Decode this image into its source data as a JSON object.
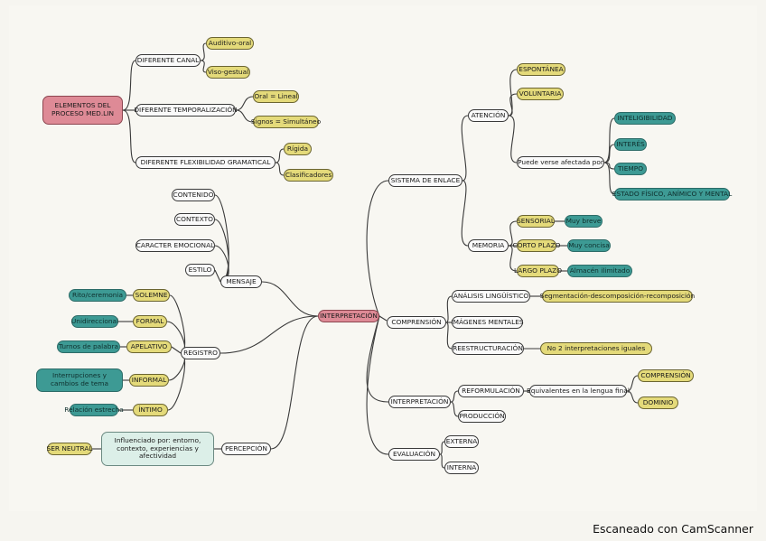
{
  "colors": {
    "yellow": "#e4da7a",
    "teal": "#3d9a94",
    "pink": "#de8a96",
    "mint": "#dcefe8",
    "line": "#3a3a3a"
  },
  "nodes": {
    "elementos": "ELEMENTOS DEL PROCESO MED.LIN",
    "diferente_canal": "DIFERENTE CANAL",
    "auditivo_oral": "Auditivo-oral",
    "viso_gestual": "Viso-gestual",
    "diferente_temporalizacion": "DIFERENTE TEMPORALIZACIÓN",
    "oral_lineal": "Oral = Lineal",
    "signos_simultaneo": "Signos = Simultáneo",
    "diferente_flexibilidad": "DIFERENTE FLEXIBILIDAD GRAMATICAL",
    "rigida": "Rígida",
    "clasificadores": "Clasificadores",
    "contenido": "CONTENIDO",
    "contexto": "CONTEXTO",
    "caracter_emocional": "CARACTER EMOCIONAL",
    "estilo": "ESTILO",
    "mensaje": "MENSAJE",
    "rito_ceremonia": "Rito/ceremonia",
    "solemne": "SOLEMNE",
    "unidireccional": "Unidireccional",
    "formal": "FORMAL",
    "turnos_palabra": "Turnos de palabra",
    "apelativo": "APELATIVO",
    "registro": "REGISTRO",
    "interrupciones": "Interrupciones y cambios de tema",
    "informal": "INFORMAL",
    "relacion_estrecha": "Relación estrecha",
    "intimo": "ÍNTIMO",
    "ser_neutral": "SER NEUTRAL",
    "influenciado": "Influenciado por: entorno, contexto, experiencias y afectividad",
    "percepcion": "PERCEPCIÓN",
    "interpretacion_central": "INTERPRETACIÓN",
    "sistema_enlace": "SISTEMA DE ENLACE",
    "atencion": "ATENCIÓN",
    "espontanea": "ESPONTÁNEA",
    "voluntaria": "VOLUNTARIA",
    "puede_verse": "Puede verse afectada por",
    "inteligibilidad": "INTELIGIBILIDAD",
    "interes": "INTERÉS",
    "tiempo": "TIEMPO",
    "estado": "ESTADO FÍSICO, ANÍMICO Y MENTAL",
    "memoria": "MEMORIA",
    "sensorial": "SENSORIAL",
    "muy_breve": "Muy breve",
    "corto_plazo": "CORTO PLAZO",
    "muy_concisa": "Muy concisa",
    "largo_plazo": "LARGO PLAZO",
    "almacen": "Almacén ilimitado",
    "comprension": "COMPRENSIÓN",
    "analisis": "ANÁLISIS LINGÜÍSTICO",
    "segmentacion": "Segmentación-descomposición-recomposición",
    "imagenes": "IMÁGENES MENTALES",
    "reestructuracion": "REESTRUCTURACIÓN",
    "no_2": "No 2 interpretaciones iguales",
    "interpretacion2": "INTERPRETACIÓN",
    "reformulacion": "REFORMULACIÓN",
    "equivalentes": "Equivalentes en la lengua final",
    "comprension2": "COMPRENSIÓN",
    "dominio": "DOMINIO",
    "produccion": "PRODUCCIÓN",
    "evaluacion": "EVALUACIÓN",
    "externa": "EXTERNA",
    "interna": "INTERNA"
  },
  "footer": "Escaneado con CamScanner"
}
